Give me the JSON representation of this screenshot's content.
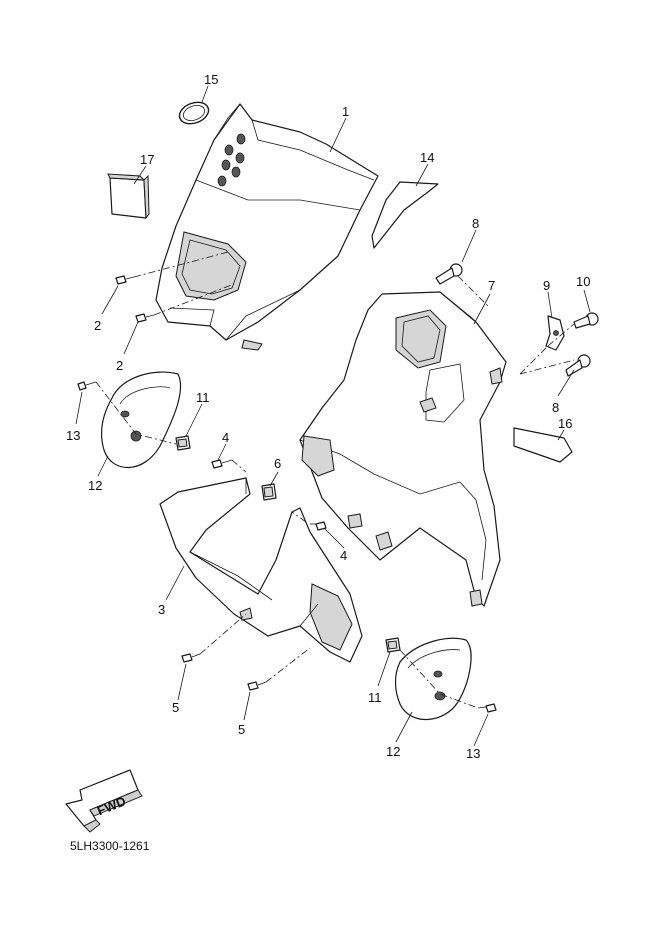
{
  "diagram": {
    "drawing_code": "5LH3300-1261",
    "fwd_label": "FWD",
    "callouts": [
      {
        "id": "c15",
        "label": "15"
      },
      {
        "id": "c1",
        "label": "1"
      },
      {
        "id": "c17",
        "label": "17"
      },
      {
        "id": "c14",
        "label": "14"
      },
      {
        "id": "c8a",
        "label": "8"
      },
      {
        "id": "c7",
        "label": "7"
      },
      {
        "id": "c9",
        "label": "9"
      },
      {
        "id": "c10",
        "label": "10"
      },
      {
        "id": "c2a",
        "label": "2"
      },
      {
        "id": "c2b",
        "label": "2"
      },
      {
        "id": "c8b",
        "label": "8"
      },
      {
        "id": "c13a",
        "label": "13"
      },
      {
        "id": "c11a",
        "label": "11"
      },
      {
        "id": "c16",
        "label": "16"
      },
      {
        "id": "c12a",
        "label": "12"
      },
      {
        "id": "c4a",
        "label": "4"
      },
      {
        "id": "c6",
        "label": "6"
      },
      {
        "id": "c4b",
        "label": "4"
      },
      {
        "id": "c3",
        "label": "3"
      },
      {
        "id": "c11b",
        "label": "11"
      },
      {
        "id": "c5a",
        "label": "5"
      },
      {
        "id": "c5b",
        "label": "5"
      },
      {
        "id": "c12b",
        "label": "12"
      },
      {
        "id": "c13b",
        "label": "13"
      }
    ]
  }
}
